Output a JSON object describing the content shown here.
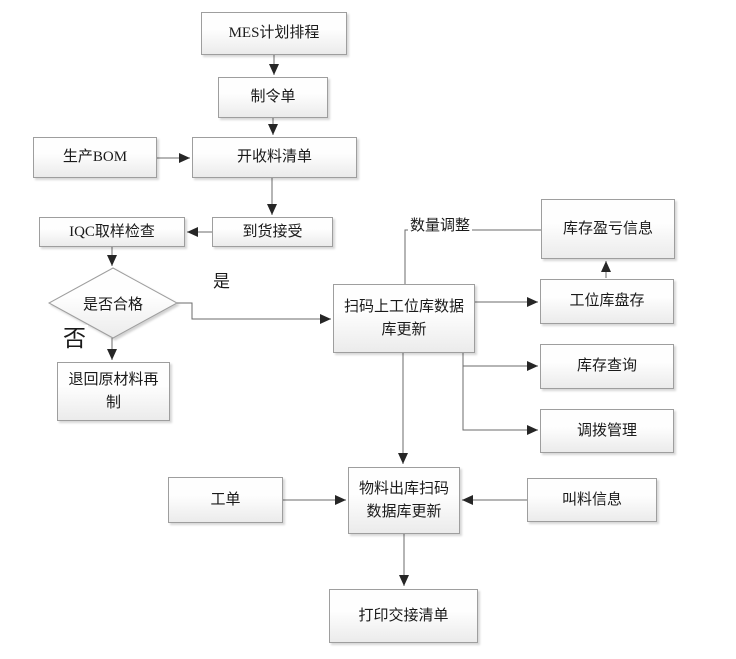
{
  "diagram": {
    "nodes": {
      "mes": {
        "label": "MES计划排程"
      },
      "order": {
        "label": "制令单"
      },
      "bom": {
        "label": "生产BOM"
      },
      "receiving_list": {
        "label": "开收料清单"
      },
      "arrival": {
        "label": "到货接受"
      },
      "iqc": {
        "label": "IQC取样检查"
      },
      "qualified": {
        "label": "是否合格"
      },
      "return_material": {
        "label": "退回原材料再制"
      },
      "scan_station_db": {
        "label": "扫码上工位库数据库更新"
      },
      "inventory_pl": {
        "label": "库存盈亏信息"
      },
      "station_stocktake": {
        "label": "工位库盘存"
      },
      "inventory_query": {
        "label": "库存查询"
      },
      "transfer_mgmt": {
        "label": "调拨管理"
      },
      "work_order": {
        "label": "工单"
      },
      "outbound_scan_db": {
        "label": "物料出库扫码数据库更新"
      },
      "call_material": {
        "label": "叫料信息"
      },
      "print_handover": {
        "label": "打印交接清单"
      }
    },
    "edge_labels": {
      "yes": "是",
      "no": "否",
      "quantity_adjust": "数量调整"
    },
    "colors": {
      "background": "#ffffff",
      "box_border": "#9e9e9e",
      "box_fill_top": "#fefefe",
      "box_fill_bottom": "#ebebeb",
      "connector_line": "#6b6b6b",
      "arrowhead": "#262626",
      "text": "#1a1a1a"
    }
  }
}
